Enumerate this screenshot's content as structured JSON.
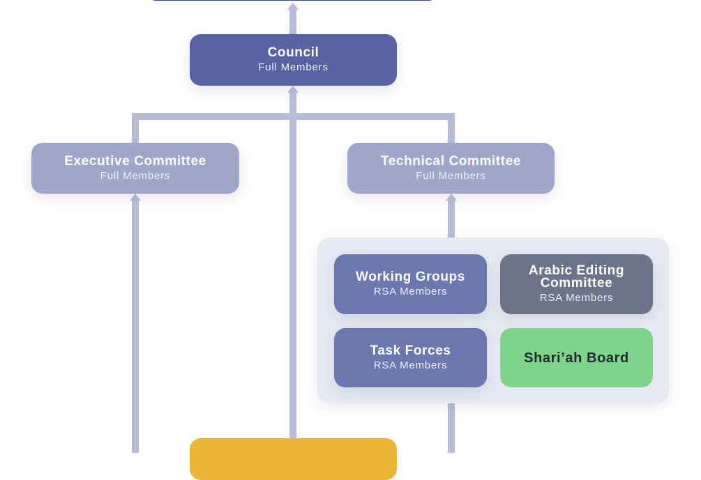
{
  "nodes": {
    "council": {
      "title": "Council",
      "subtitle": "Full Members"
    },
    "executive_committee": {
      "title": "Executive Committee",
      "subtitle": "Full Members"
    },
    "technical_committee": {
      "title": "Technical Committee",
      "subtitle": "Full Members"
    },
    "working_groups": {
      "title": "Working Groups",
      "subtitle": "RSA Members"
    },
    "arabic_editing_committee": {
      "title_line1": "Arabic Editing",
      "title_line2": "Committee",
      "subtitle": "RSA Members"
    },
    "task_forces": {
      "title": "Task Forces",
      "subtitle": "RSA Members"
    },
    "shariah_board": {
      "title": "Shari’ah Board"
    }
  },
  "colors": {
    "top_box": "#3b4a96",
    "council": "#5763a3",
    "committee": "#a0a6c9",
    "working_group": "#6b78b0",
    "arabic_editing": "#6b7488",
    "shariah_board": "#7ed58b",
    "bottom_box": "#ebb535",
    "connector": "#b7bdd9",
    "group_panel": "#e7e9f1"
  }
}
